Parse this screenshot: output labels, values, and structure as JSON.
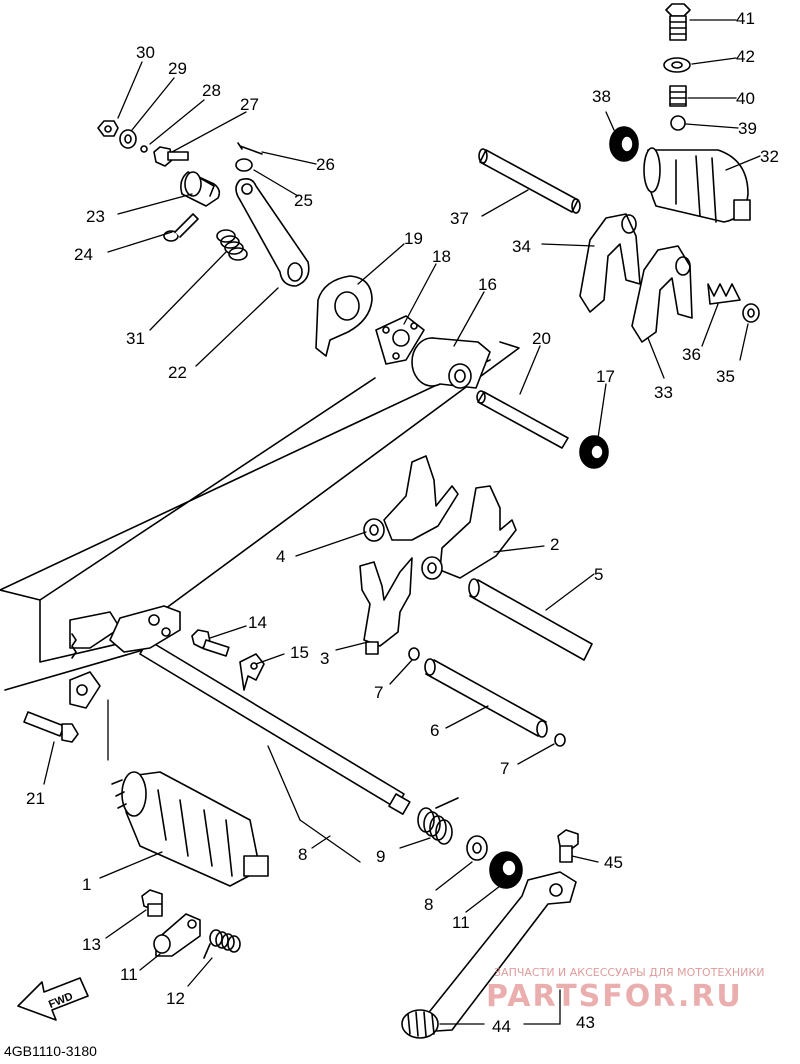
{
  "diagram": {
    "callouts": [
      "1",
      "2",
      "3",
      "4",
      "5",
      "6",
      "7",
      "7",
      "8",
      "9",
      "10",
      "11",
      "12",
      "13",
      "14",
      "15",
      "16",
      "17",
      "18",
      "19",
      "20",
      "21",
      "22",
      "23",
      "24",
      "25",
      "26",
      "27",
      "28",
      "29",
      "30",
      "31",
      "32",
      "33",
      "34",
      "35",
      "36",
      "37",
      "38",
      "39",
      "40",
      "41",
      "42",
      "43",
      "44",
      "45",
      "46"
    ],
    "arrow_label": "FWD",
    "diagram_code": "4GB1110-3180"
  },
  "watermark": {
    "caption": "ЗАПЧАСТИ И АКСЕССУАРЫ ДЛЯ МОТОТЕХНИКИ",
    "brand": "PARTSFOR.RU",
    "color": "#e8a0a0"
  }
}
